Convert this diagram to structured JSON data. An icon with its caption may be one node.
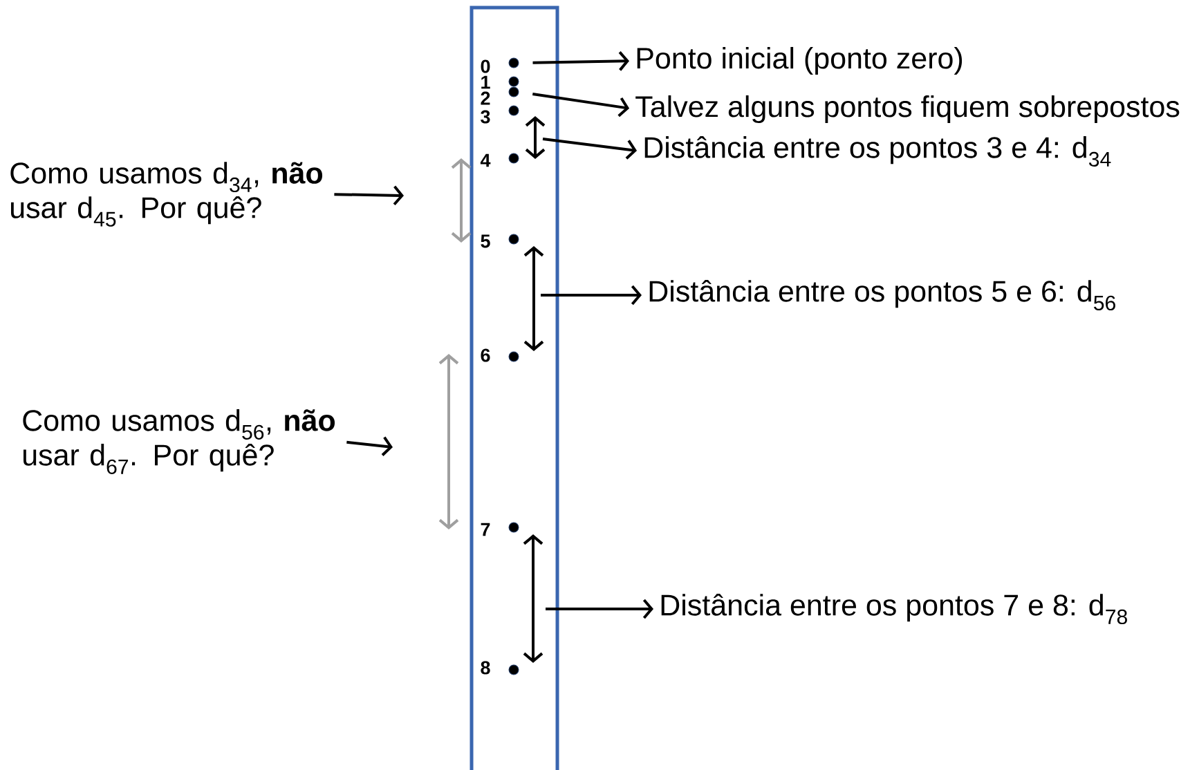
{
  "diagram": {
    "nodes": [
      {
        "text": [],
        "shape": "circle",
        "beside": [
          "0"
        ]
      },
      {
        "text": [],
        "shape": "circle",
        "beside": [
          "1"
        ]
      },
      {
        "text": [],
        "shape": "circle",
        "beside": [
          "2"
        ]
      },
      {
        "text": [],
        "shape": "circle",
        "beside": [
          "3"
        ]
      },
      {
        "text": [],
        "shape": "circle",
        "beside": [
          "4"
        ]
      },
      {
        "text": [],
        "shape": "circle",
        "beside": [
          "5"
        ]
      },
      {
        "text": [],
        "shape": "circle",
        "beside": [
          "6"
        ]
      },
      {
        "text": [],
        "shape": "circle",
        "beside": [
          "7"
        ]
      },
      {
        "text": [],
        "shape": "circle",
        "beside": [
          "8"
        ]
      },
      {
        "text": [
          "Ponto inicial (ponto zero)"
        ]
      },
      {
        "text": [
          "Talvez alguns pontos fiquem sobrepostos"
        ]
      },
      {
        "text": [
          "Distância entre os pontos 3 e 4:   d$_{34}$"
        ]
      },
      {
        "text": [
          "Distância entre os pontos 5 e 6:   d$_{56}$"
        ]
      },
      {
        "text": [
          "Distância entre os pontos 7 e 8:   d$_{78}$"
        ]
      },
      {
        "text": [
          "Como usamos d$_{34}$, **não** usar d$_{45}$. Por quê?"
        ]
      },
      {
        "text": [
          "Como usamos d$_{56}$, **não** usar d$_{67}$. Por quê?"
        ]
      }
    ],
    "edges": [
      {
        "from": 0,
        "to": 9,
        "arrow": "to"
      },
      {
        "from": 2,
        "to": 10,
        "arrow": "to"
      },
      {
        "from": null,
        "to": 11,
        "arrow": "to"
      },
      {
        "from": null,
        "to": 12,
        "arrow": "to"
      },
      {
        "from": null,
        "to": 13,
        "arrow": "to"
      },
      {
        "from": 14,
        "to": null,
        "arrow": "to"
      },
      {
        "from": 15,
        "to": null,
        "arrow": "to"
      }
    ]
  }
}
